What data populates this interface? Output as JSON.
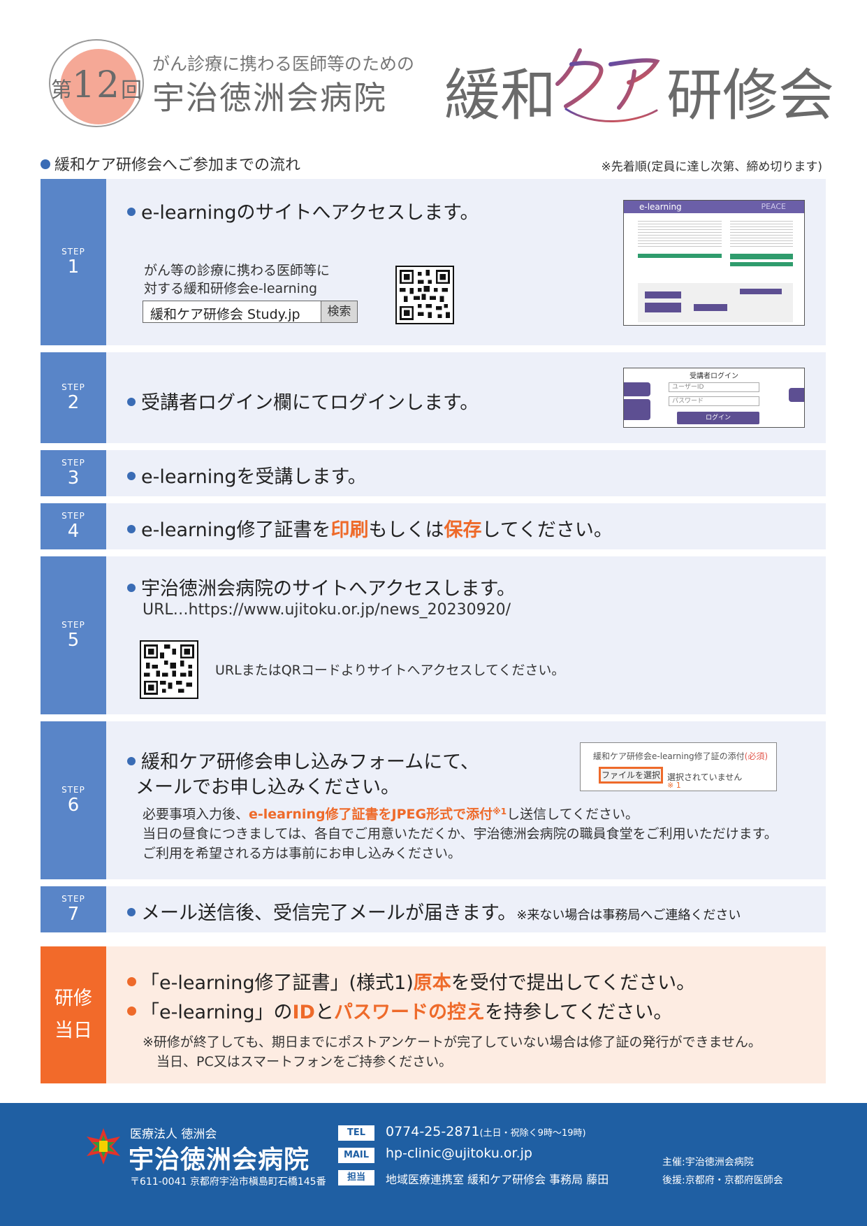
{
  "header": {
    "badge_prefix": "第",
    "badge_number": "12",
    "badge_suffix": "回",
    "subtitle": "がん診療に携わる医師等のための",
    "hospital": "宇治徳洲会病院",
    "title_left": "緩和",
    "title_right": "研修会",
    "title_logo_word": "ケア"
  },
  "flow": {
    "heading": "緩和ケア研修会へご参加までの流れ",
    "note": "※先着順(定員に達し次第、締め切ります)"
  },
  "step_label": "STEP",
  "steps": {
    "s1": {
      "num": "1",
      "text": "e-learningのサイトへアクセスします。",
      "desc_line1": "がん等の診療に携わる医師等に",
      "desc_line2": "対する緩和研修会e-learning",
      "search_query": "緩和ケア研修会 Study.jp",
      "search_button": "検索",
      "thumb_title": "e-learning",
      "thumb_brand": "PEACE"
    },
    "s2": {
      "num": "2",
      "text": "受講者ログイン欄にてログインします。",
      "thumb_title": "受講者ログイン",
      "thumb_user": "ユーザーID",
      "thumb_pass": "パスワード",
      "thumb_login": "ログイン"
    },
    "s3": {
      "num": "3",
      "text": "e-learningを受講します。"
    },
    "s4": {
      "num": "4",
      "text_a": "e-learning修了証書を",
      "text_b": "印刷",
      "text_c": "もしくは",
      "text_d": "保存",
      "text_e": "してください。"
    },
    "s5": {
      "num": "5",
      "text": "宇治徳洲会病院のサイトへアクセスします。",
      "url": "URL…https://www.ujitoku.or.jp/news_20230920/",
      "qr_note": "URLまたはQRコードよりサイトへアクセスしてください。"
    },
    "s6": {
      "num": "6",
      "text_line1": "緩和ケア研修会申し込みフォームにて、",
      "text_line2": "メールでお申し込みください。",
      "desc1_a": "必要事項入力後、",
      "desc1_b": "e-learning修了証書をJPEG形式で添付",
      "desc1_mark": "※1",
      "desc1_c": "し送信してください。",
      "desc2": "当日の昼食につきましては、各自でご用意いただくか、宇治徳洲会病院の職員食堂をご利用いただけます。",
      "desc3": "ご利用を希望される方は事前にお申し込みください。",
      "form_label": "緩和ケア研修会e-learning修了証の添付",
      "form_required": "(必須)",
      "form_button": "ファイルを選択",
      "form_status": "選択されていません",
      "form_mark": "※ 1"
    },
    "s7": {
      "num": "7",
      "text": "メール送信後、受信完了メールが届きます。",
      "note": "※来ない場合は事務局へご連絡ください"
    }
  },
  "training_day": {
    "tab_line1": "研修",
    "tab_line2": "当日",
    "line1_a": "「e-learning修了証書」(様式1)",
    "line1_b": "原本",
    "line1_c": "を受付で提出してください。",
    "line2_a": "「e-learning」の",
    "line2_b": "ID",
    "line2_c": "と",
    "line2_d": "パスワードの控え",
    "line2_e": "を持参してください。",
    "note1": "※研修が終了しても、期日までにポストアンケートが完了していない場合は修了証の発行ができません。",
    "note2": "当日、PC又はスマートフォンをご持参ください。"
  },
  "footer": {
    "corp": "医療法人 徳洲会",
    "name": "宇治徳洲会病院",
    "address": "〒611-0041 京都府宇治市槇島町石橋145番",
    "tel_label": "TEL",
    "tel": "0774-25-2871",
    "tel_hours": "(土日・祝除く9時〜19時)",
    "mail_label": "MAIL",
    "mail": "hp-clinic@ujitoku.or.jp",
    "contact_label": "担当",
    "contact": "地域医療連携室 緩和ケア研修会 事務局 藤田",
    "host": "主催:宇治徳洲会病院",
    "support": "後援:京都府・京都府医師会"
  },
  "colors": {
    "step_tab": "#5985c8",
    "step_bg": "#edf0f9",
    "accent_orange": "#ee6a2a",
    "footer_bg": "#1f5fa3"
  }
}
